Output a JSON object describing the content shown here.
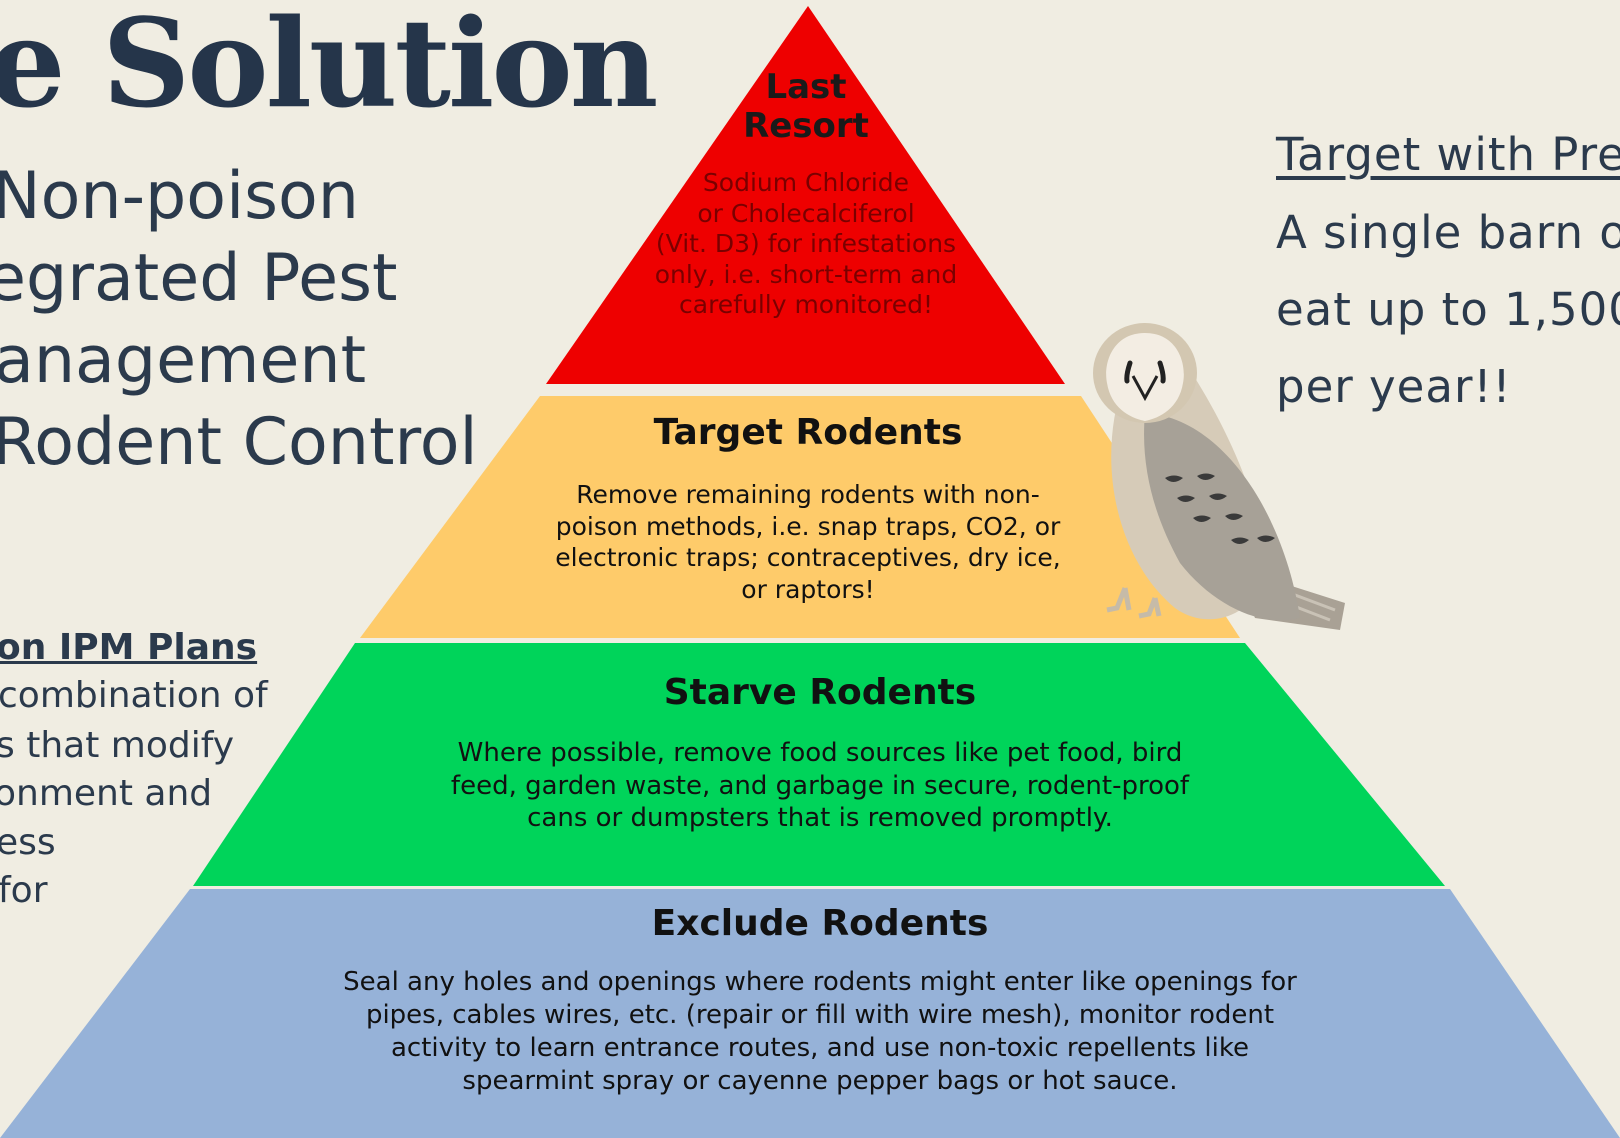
{
  "heading": "e Solution",
  "left_column": {
    "lines": [
      "Non-poison",
      "egrated Pest",
      "anagement",
      "Rodent Control"
    ],
    "ipm_heading": "on IPM Plans",
    "ipm_lines": [
      "combination of",
      "s that modify",
      "onment and",
      "ess",
      " for"
    ]
  },
  "right_column": {
    "heading": "Target with Pre",
    "lines": [
      "A single barn o",
      "eat up to 1,500",
      "per year!!"
    ]
  },
  "pyramid": {
    "last_resort": {
      "title_lines": [
        "Last",
        "Resort"
      ],
      "body_lines": [
        "Sodium Chloride",
        "or Cholecalciferol",
        "(Vit. D3) for infestations",
        "only, i.e. short-term and",
        "carefully monitored!"
      ]
    },
    "target": {
      "title": "Target Rodents",
      "body_lines": [
        "Remove remaining rodents with non-",
        "poison methods, i.e. snap traps, CO2, or",
        "electronic traps; contraceptives, dry ice,",
        "or raptors!"
      ]
    },
    "starve": {
      "title": "Starve Rodents",
      "body_lines": [
        "Where possible, remove food sources like pet food, bird",
        "feed, garden waste, and garbage in secure, rodent-proof",
        "cans or dumpsters that is removed promptly."
      ]
    },
    "exclude": {
      "title": "Exclude Rodents",
      "body_lines": [
        "Seal any holes and openings where rodents might enter like openings for",
        "pipes, cables wires, etc. (repair or fill with wire mesh), monitor rodent",
        "activity to learn entrance routes, and use non-toxic repellents like",
        "spearmint spray or cayenne pepper bags or hot sauce."
      ]
    }
  },
  "colors": {
    "background": "#f0ede2",
    "heading": "#25354a",
    "layer_red": "#ee0000",
    "layer_amber": "#fecb6a",
    "layer_green": "#00d45a",
    "layer_blue": "#96b2d8"
  },
  "icons": {
    "owl": "barn-owl-illustration"
  }
}
